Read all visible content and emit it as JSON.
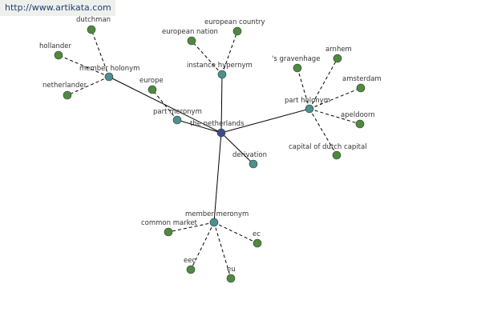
{
  "watermark": "http://www.artikata.com",
  "colors": {
    "center_node": "#3b4d8f",
    "relation_node": "#4e8f90",
    "leaf_node": "#4f8a3f",
    "edge": "#000000",
    "label": "#333333"
  },
  "graph": {
    "center": {
      "id": "center",
      "label": "the netherlands"
    },
    "relations": [
      {
        "id": "member-holonym",
        "label": "member holonym",
        "leaves": [
          {
            "id": "dutchman",
            "label": "dutchman"
          },
          {
            "id": "hollander",
            "label": "hollander"
          },
          {
            "id": "netherlander",
            "label": "netherlander"
          }
        ]
      },
      {
        "id": "instance-hypernym",
        "label": "instance hypernym",
        "leaves": [
          {
            "id": "european-nation",
            "label": "european nation"
          },
          {
            "id": "european-country",
            "label": "european country"
          }
        ]
      },
      {
        "id": "part-meronym",
        "label": "part meronym",
        "leaves": [
          {
            "id": "europe",
            "label": "europe"
          }
        ]
      },
      {
        "id": "part-holonym",
        "label": "part holonym",
        "leaves": [
          {
            "id": "gravenhage",
            "label": "'s gravenhage"
          },
          {
            "id": "arnhem",
            "label": "arnhem"
          },
          {
            "id": "amsterdam",
            "label": "amsterdam"
          },
          {
            "id": "apeldoorn",
            "label": "apeldoorn"
          },
          {
            "id": "capital-dutch",
            "label": "capital of dutch capital"
          }
        ]
      },
      {
        "id": "derivation",
        "label": "derivation",
        "leaves": []
      },
      {
        "id": "member-meronym",
        "label": "member meronym",
        "leaves": [
          {
            "id": "common-market",
            "label": "common market"
          },
          {
            "id": "ec",
            "label": "ec"
          },
          {
            "id": "eec",
            "label": "eec"
          },
          {
            "id": "eu",
            "label": "eu"
          }
        ]
      }
    ]
  }
}
